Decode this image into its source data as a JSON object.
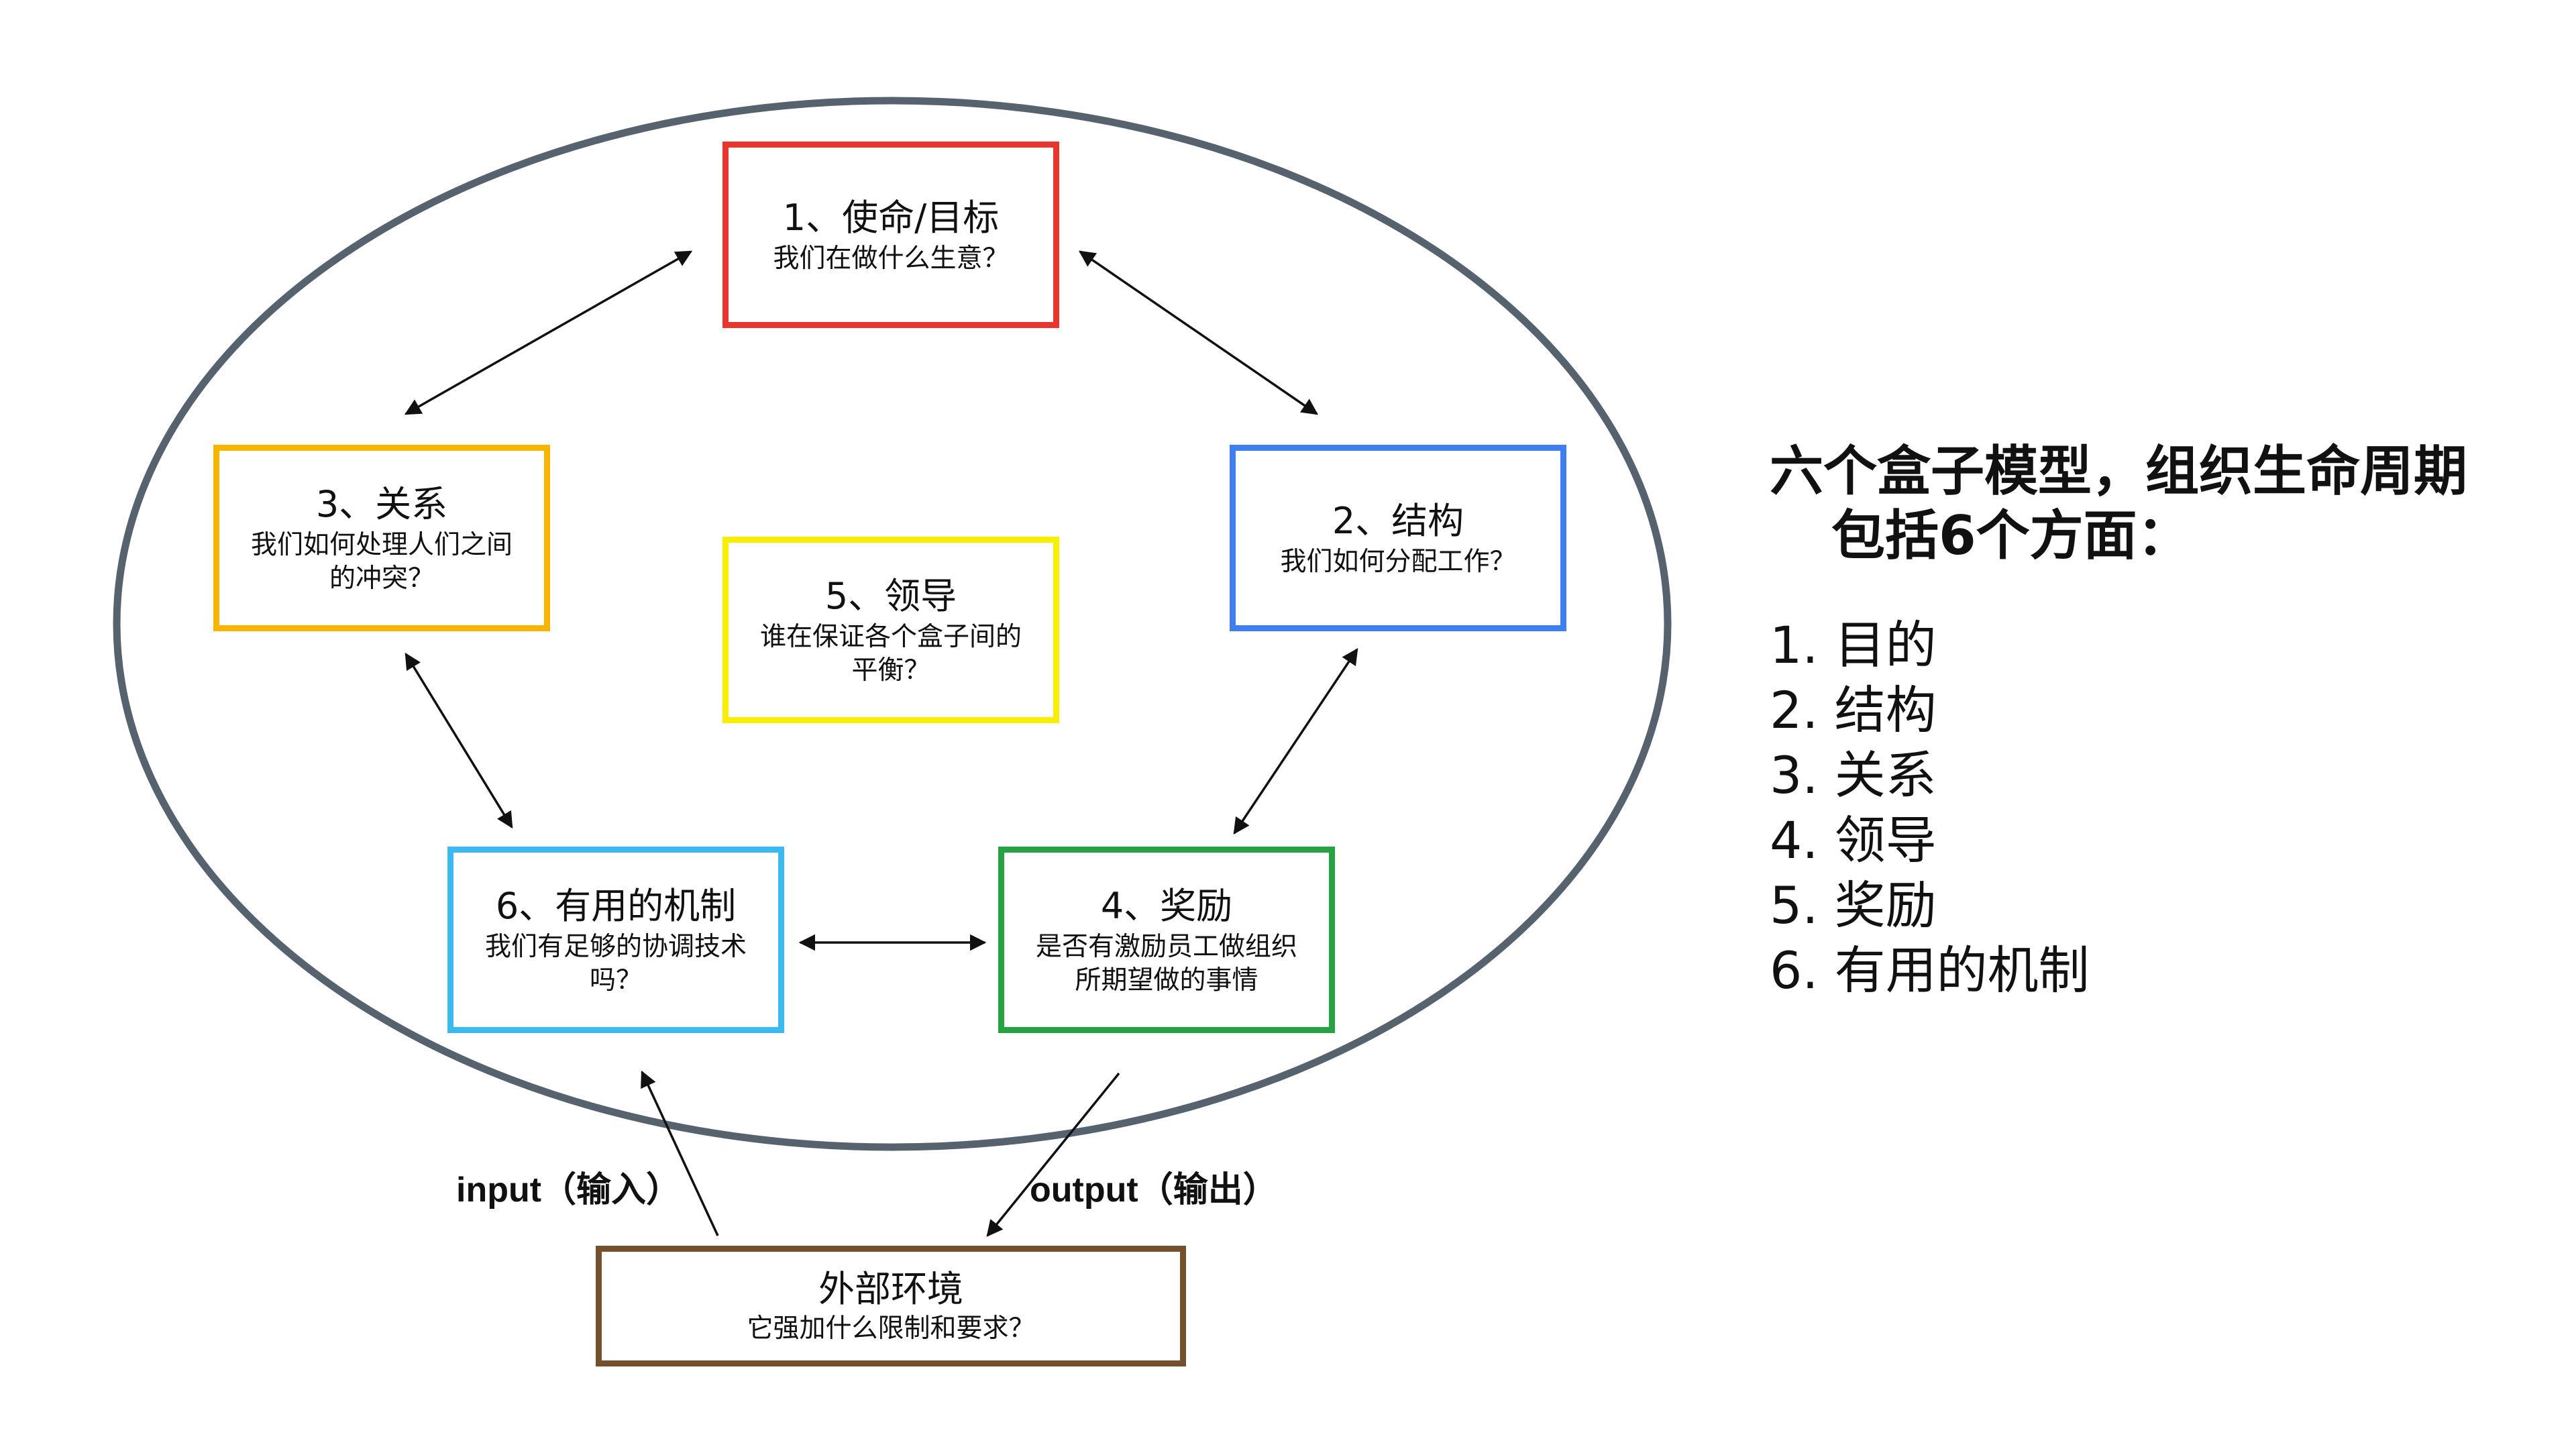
{
  "diagram": {
    "boxes": {
      "mission": {
        "title": "1、使命/目标",
        "subtitle": [
          "我们在做什么生意？"
        ],
        "color": "#e8352e"
      },
      "structure": {
        "title": "2、结构",
        "subtitle": [
          "我们如何分配工作？"
        ],
        "color": "#3d7ff0"
      },
      "relations": {
        "title": "3、关系",
        "subtitle": [
          "我们如何处理人们之间",
          "的冲突？"
        ],
        "color": "#f7b400"
      },
      "rewards": {
        "title": "4、奖励",
        "subtitle": [
          "是否有激励员工做组织",
          "所期望做的事情"
        ],
        "color": "#27a243"
      },
      "leadership": {
        "title": "5、领导",
        "subtitle": [
          "谁在保证各个盒子间的",
          "平衡？"
        ],
        "color": "#f7ee00"
      },
      "mechanisms": {
        "title": "6、有用的机制",
        "subtitle": [
          "我们有足够的协调技术",
          "吗？"
        ],
        "color": "#3bbaf0"
      },
      "environment": {
        "title": "外部环境",
        "subtitle": [
          "它强加什么限制和要求？"
        ],
        "color": "#74502c"
      }
    },
    "flows": {
      "input": "input（输入）",
      "output": "output（输出）"
    },
    "ellipse_color": "#56626e"
  },
  "side_panel": {
    "title_line1": "六个盒子模型，组织生命周期",
    "title_line2": "包括6个方面：",
    "items": [
      "1. 目的",
      "2. 结构",
      "3. 关系",
      "4. 领导",
      "5. 奖励",
      "6. 有用的机制"
    ]
  }
}
